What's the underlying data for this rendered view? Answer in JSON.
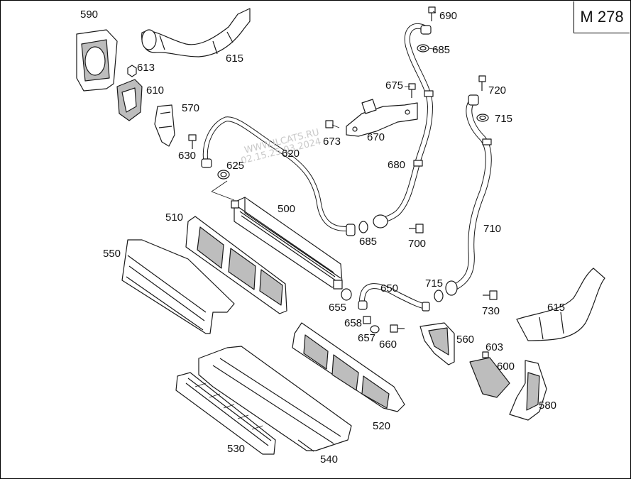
{
  "model_code": "M 278",
  "watermark": {
    "site": "WWW.ILCATS.RU",
    "date": "02.15.25.03.2024"
  },
  "callouts": [
    "590",
    "615",
    "690",
    "685",
    "613",
    "610",
    "570",
    "675",
    "720",
    "715",
    "630",
    "673",
    "670",
    "620",
    "680",
    "625",
    "500",
    "510",
    "685",
    "700",
    "710",
    "550",
    "715",
    "650",
    "730",
    "655",
    "615",
    "658",
    "657",
    "660",
    "560",
    "603",
    "600",
    "580",
    "520",
    "530",
    "540"
  ],
  "colors": {
    "line": "#1a1a1a",
    "fill": "#ffffff",
    "shade": "#bdbdbd",
    "watermark": "#c9c9c9"
  }
}
